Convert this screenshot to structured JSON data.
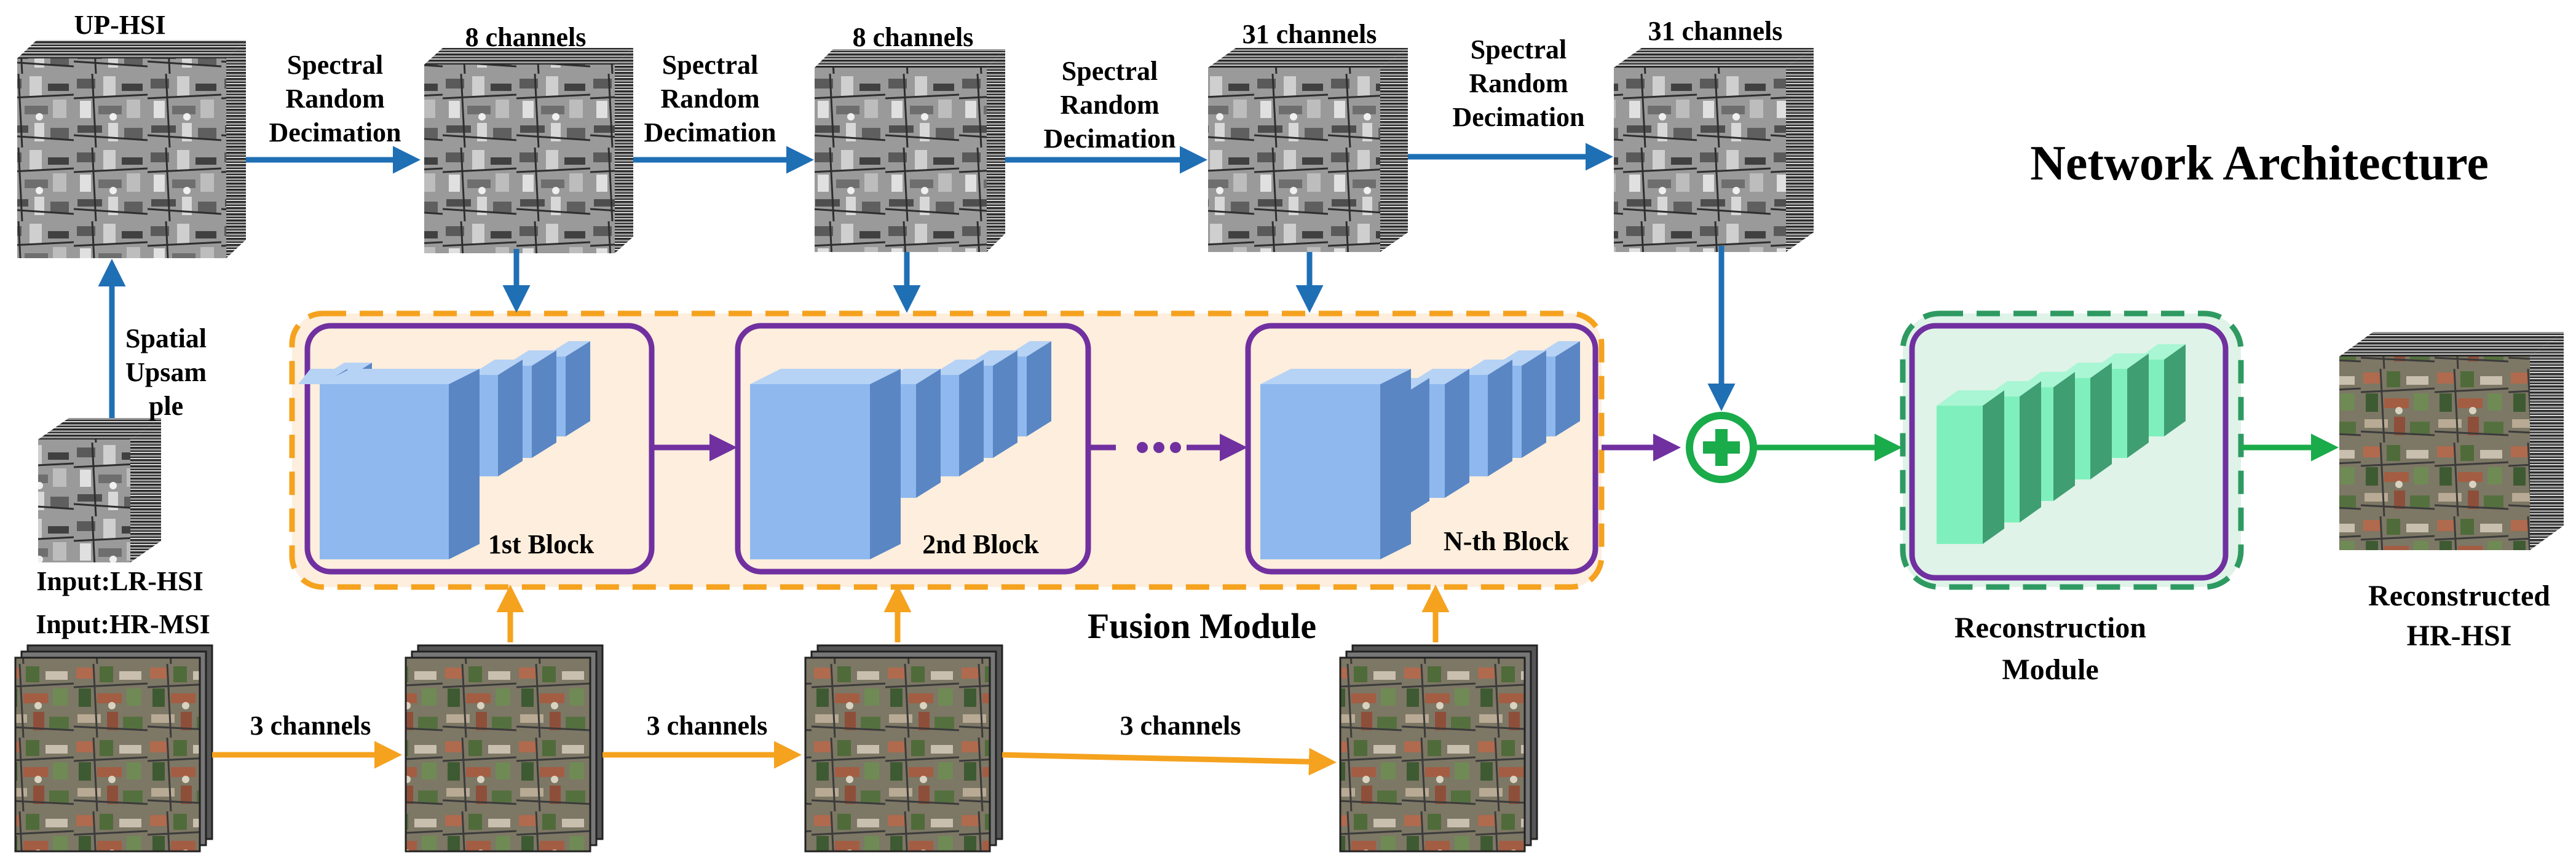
{
  "title": "Network Architecture",
  "colors": {
    "blue_arrow": "#1f6fb5",
    "orange_arrow": "#f5a21f",
    "purple": "#7030a0",
    "green": "#1aab4a",
    "fusion_fill": "#fdeedd",
    "fusion_border": "#f5a21f",
    "recon_fill": "#dff3e8",
    "recon_border": "#2e9a62",
    "block_blue": "#8fb9ee",
    "block_green": "#7ff0bd"
  },
  "inputs": {
    "lr_hsi": "Input:LR-HSI",
    "hr_msi": "Input:HR-MSI"
  },
  "spatial_upsample": [
    "Spatial",
    "Upsam",
    "ple"
  ],
  "hsi_row": {
    "up_hsi": "UP-HSI",
    "cube_labels": [
      "8 channels",
      "8 channels",
      "31 channels",
      "31 channels"
    ],
    "decimation": [
      "Spectral",
      "Random",
      "Decimation"
    ]
  },
  "msi_row": {
    "channel_labels": [
      "3 channels",
      "3 channels",
      "3 channels"
    ]
  },
  "fusion": {
    "label": "Fusion Module",
    "blocks": [
      "1st Block",
      "2nd Block",
      "N-th Block"
    ]
  },
  "reconstruction": {
    "label_lines": [
      "Reconstruction",
      "Module"
    ]
  },
  "output": {
    "label_lines": [
      "Reconstructed",
      "HR-HSI"
    ]
  },
  "icons": [
    "plus-circle-icon",
    "ellipsis-icon"
  ]
}
